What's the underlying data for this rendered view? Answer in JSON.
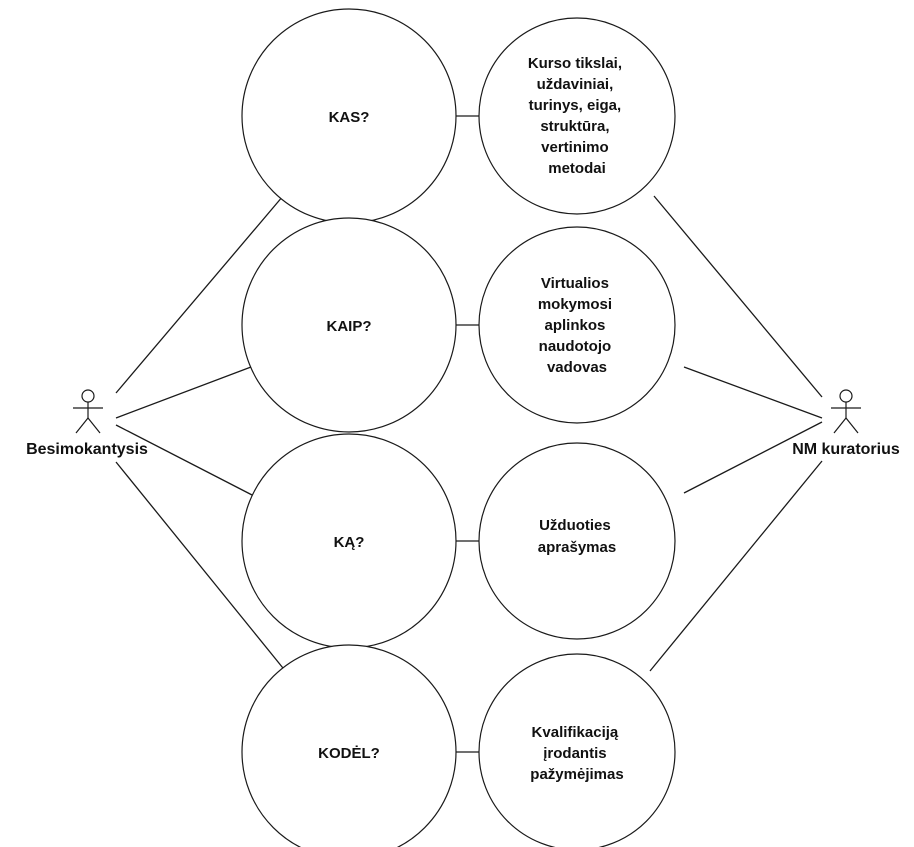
{
  "actors": {
    "left": {
      "label": "Besimokantysis"
    },
    "right": {
      "label": "NM kuratorius"
    }
  },
  "questions": [
    {
      "label": "KAS?"
    },
    {
      "label": "KAIP?"
    },
    {
      "label": "KĄ?"
    },
    {
      "label": "KODĖL?"
    }
  ],
  "answers": [
    {
      "lines": [
        "Kurso tikslai,",
        "uždaviniai,",
        "turinys, eiga,",
        "struktūra,",
        "vertinimo",
        "metodai"
      ]
    },
    {
      "lines": [
        "Virtualios",
        "mokymosi",
        "aplinkos",
        "naudotojo",
        "vadovas"
      ]
    },
    {
      "lines": [
        "Užduoties",
        "aprašymas"
      ]
    },
    {
      "lines": [
        "Kvalifikaciją",
        "įrodantis",
        "pažymėjimas"
      ]
    }
  ]
}
